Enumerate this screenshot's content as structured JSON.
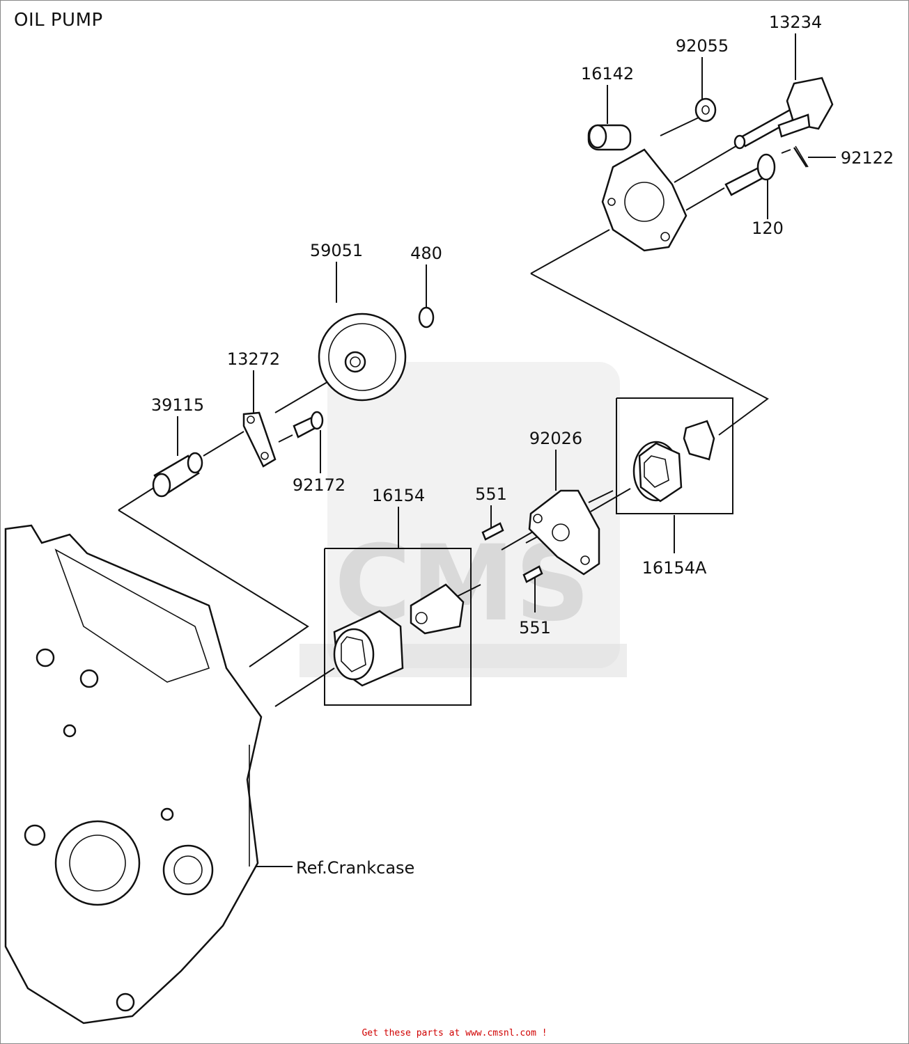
{
  "diagram": {
    "title": "OIL PUMP",
    "footer": "Get these parts at www.cmsnl.com !",
    "watermark": "CMS",
    "reference_label": "Ref.Crankcase",
    "part_labels": {
      "p13234": "13234",
      "p92055": "92055",
      "p16142": "16142",
      "p92122": "92122",
      "p120": "120",
      "p59051": "59051",
      "p480": "480",
      "p13272": "13272",
      "p39115": "39115",
      "p92172": "92172",
      "p92026": "92026",
      "p16154": "16154",
      "p551a": "551",
      "p551b": "551",
      "p16154A": "16154A"
    }
  }
}
